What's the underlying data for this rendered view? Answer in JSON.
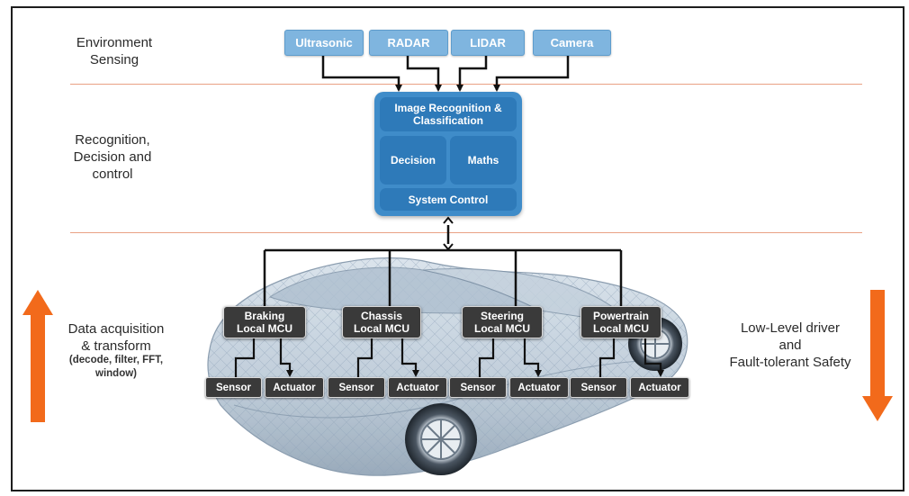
{
  "stages": {
    "sensing": "Environment\nSensing",
    "recognition": "Recognition,\nDecision and\ncontrol",
    "acquisition": "Data acquisition\n& transform",
    "acquisition_detail": "(decode, filter, FFT,\nwindow)",
    "lowlevel": "Low-Level driver\nand\nFault-tolerant Safety"
  },
  "sensors": [
    "Ultrasonic",
    "RADAR",
    "LIDAR",
    "Camera"
  ],
  "processing": {
    "top": "Image Recognition &\nClassification",
    "left": "Decision",
    "right": "Maths",
    "bottom": "System Control"
  },
  "mcus": [
    {
      "label": "Braking\nLocal MCU"
    },
    {
      "label": "Chassis\nLocal MCU"
    },
    {
      "label": "Steering\nLocal MCU"
    },
    {
      "label": "Powertrain\nLocal MCU"
    }
  ],
  "io": {
    "sensor": "Sensor",
    "actuator": "Actuator"
  },
  "colors": {
    "sensor_box": "#7fb5df",
    "processing": "#3f8cc9",
    "mcu": "#3a3a3a",
    "divider": "#e9a184",
    "arrow_orange": "#f26a1b"
  }
}
